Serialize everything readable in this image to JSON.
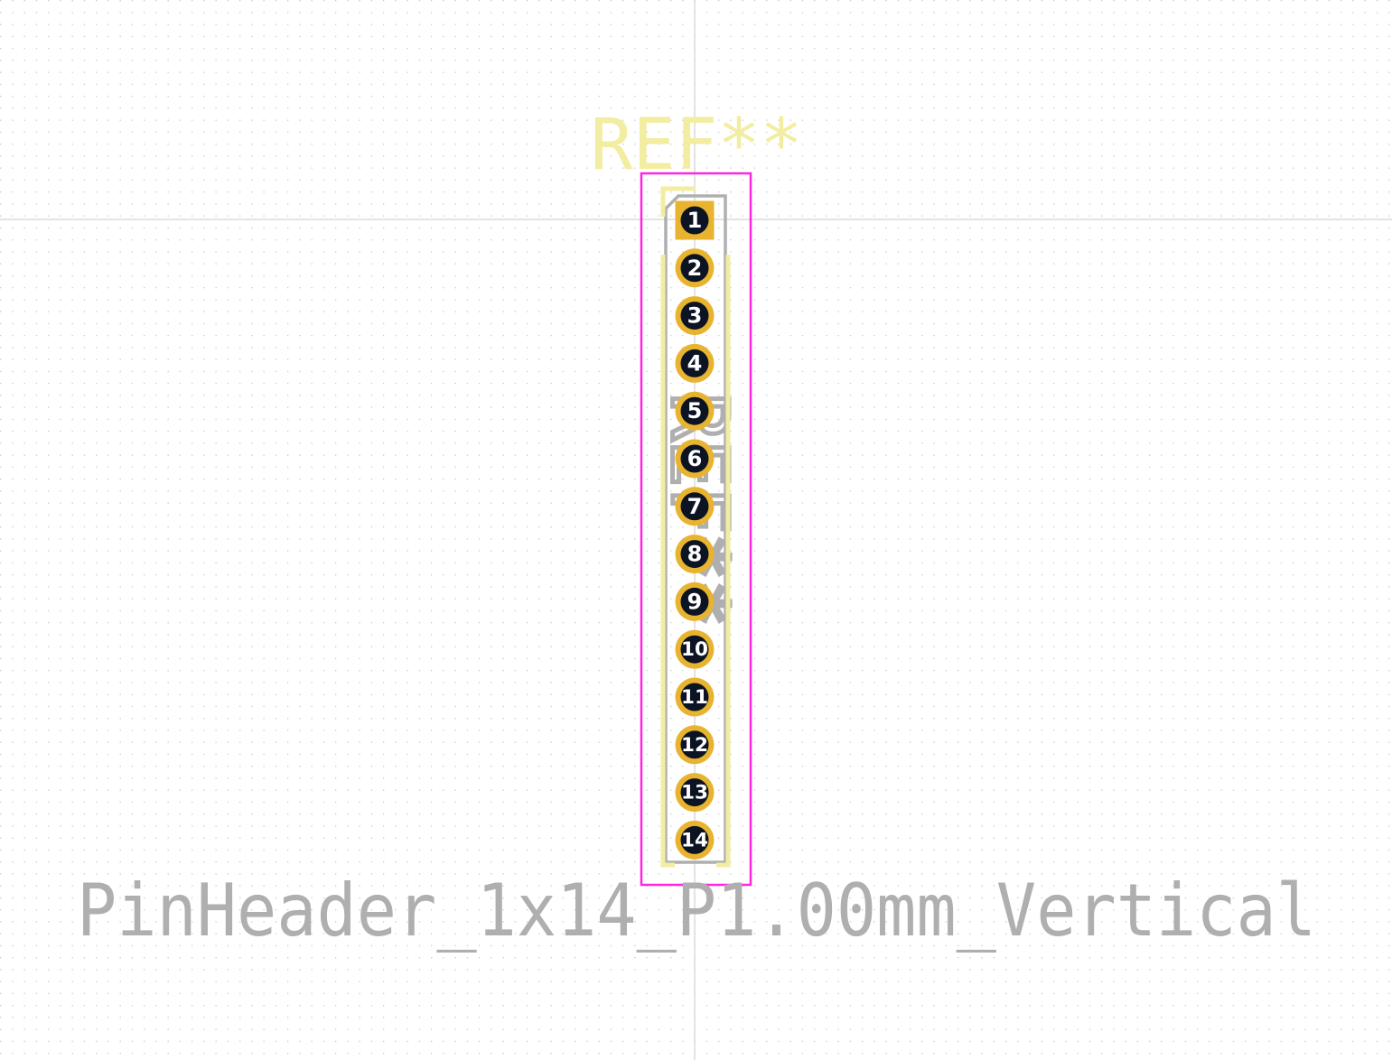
{
  "footprint": {
    "reference": "REF**",
    "value": "PinHeader_1x14_P1.00mm_Vertical",
    "fab_reference": "REF**",
    "pads": [
      {
        "number": "1",
        "shape": "rect"
      },
      {
        "number": "2",
        "shape": "circle"
      },
      {
        "number": "3",
        "shape": "circle"
      },
      {
        "number": "4",
        "shape": "circle"
      },
      {
        "number": "5",
        "shape": "circle"
      },
      {
        "number": "6",
        "shape": "circle"
      },
      {
        "number": "7",
        "shape": "circle"
      },
      {
        "number": "8",
        "shape": "circle"
      },
      {
        "number": "9",
        "shape": "circle"
      },
      {
        "number": "10",
        "shape": "circle"
      },
      {
        "number": "11",
        "shape": "circle"
      },
      {
        "number": "12",
        "shape": "circle"
      },
      {
        "number": "13",
        "shape": "circle"
      },
      {
        "number": "14",
        "shape": "circle"
      }
    ]
  },
  "colors": {
    "background": "#ffffff",
    "grid": "#c8c8c8",
    "axis": "#c8c8c8",
    "courtyard": "#ff26e2",
    "silkscreen": "#f2eda1",
    "fabrication": "#afafaf",
    "pad": "#e8b430",
    "drill": "#0c1424",
    "pad_label": "#ffffff"
  }
}
